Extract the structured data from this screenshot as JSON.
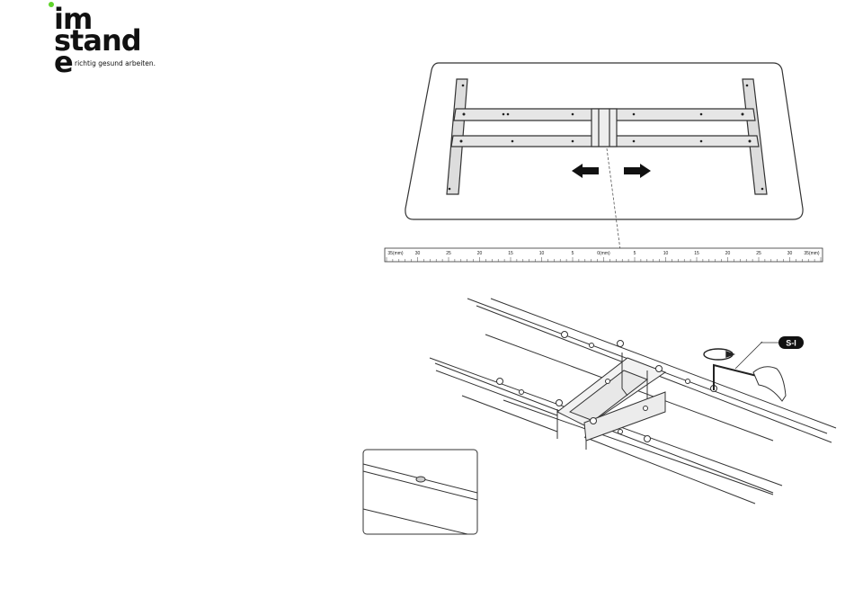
{
  "brand": {
    "line1": "im",
    "line2": "stand",
    "line3": "e",
    "tagline": "richtig gesund arbeiten.",
    "accent_color": "#5fd42b",
    "registered": "®"
  },
  "ruler": {
    "left_label": "35(mm)",
    "center_label": "0(mm)",
    "right_label": "35(mm)",
    "ticks_left": [
      "30",
      "25",
      "20",
      "15",
      "10",
      "5"
    ],
    "ticks_right": [
      "5",
      "10",
      "15",
      "20",
      "25",
      "30"
    ]
  },
  "tool": {
    "badge": "S-I"
  },
  "icons": [
    "arrow-left-icon",
    "arrow-right-icon",
    "rotate-clockwise-icon",
    "hex-key-icon"
  ]
}
